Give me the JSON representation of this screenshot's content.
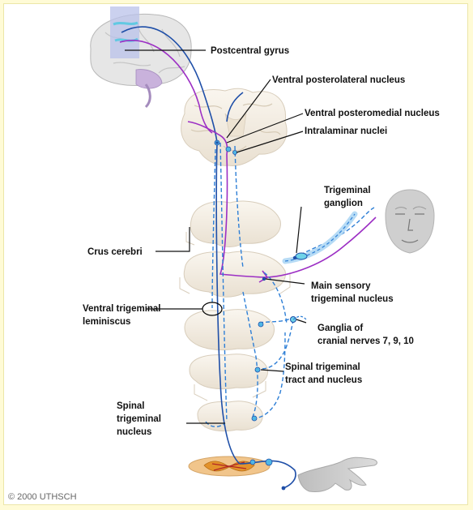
{
  "labels": {
    "postcentral_gyrus": "Postcentral gyrus",
    "vpl_nucleus": "Ventral posterolateral nucleus",
    "vpm_nucleus": "Ventral posteromedial nucleus",
    "intralaminar_nuclei": "Intralaminar nuclei",
    "trigeminal_ganglion_1": "Trigeminal",
    "trigeminal_ganglion_2": "ganglion",
    "crus_cerebri": "Crus cerebri",
    "main_sensory_1": "Main sensory",
    "main_sensory_2": "trigeminal nucleus",
    "ventral_trig_lem_1": "Ventral trigeminal",
    "ventral_trig_lem_2": "leminiscus",
    "ganglia_cranial_1": "Ganglia of",
    "ganglia_cranial_2": "cranial nerves 7, 9, 10",
    "spinal_trig_tract_1": "Spinal trigeminal",
    "spinal_trig_tract_2": "tract and nucleus",
    "spinal_trig_nucleus_1": "Spinal",
    "spinal_trig_nucleus_2": "trigeminal",
    "spinal_trig_nucleus_3": "nucleus"
  },
  "copyright": "© 2000 UTHSCH",
  "colors": {
    "pathway_blue": "#1f4fa8",
    "pathway_dashed": "#2e7fd6",
    "pathway_purple": "#9c2fc4",
    "tissue": "#f3ece0",
    "tissue_edge": "#d8cdbb",
    "highlight_cyan": "#6fd3e8"
  }
}
